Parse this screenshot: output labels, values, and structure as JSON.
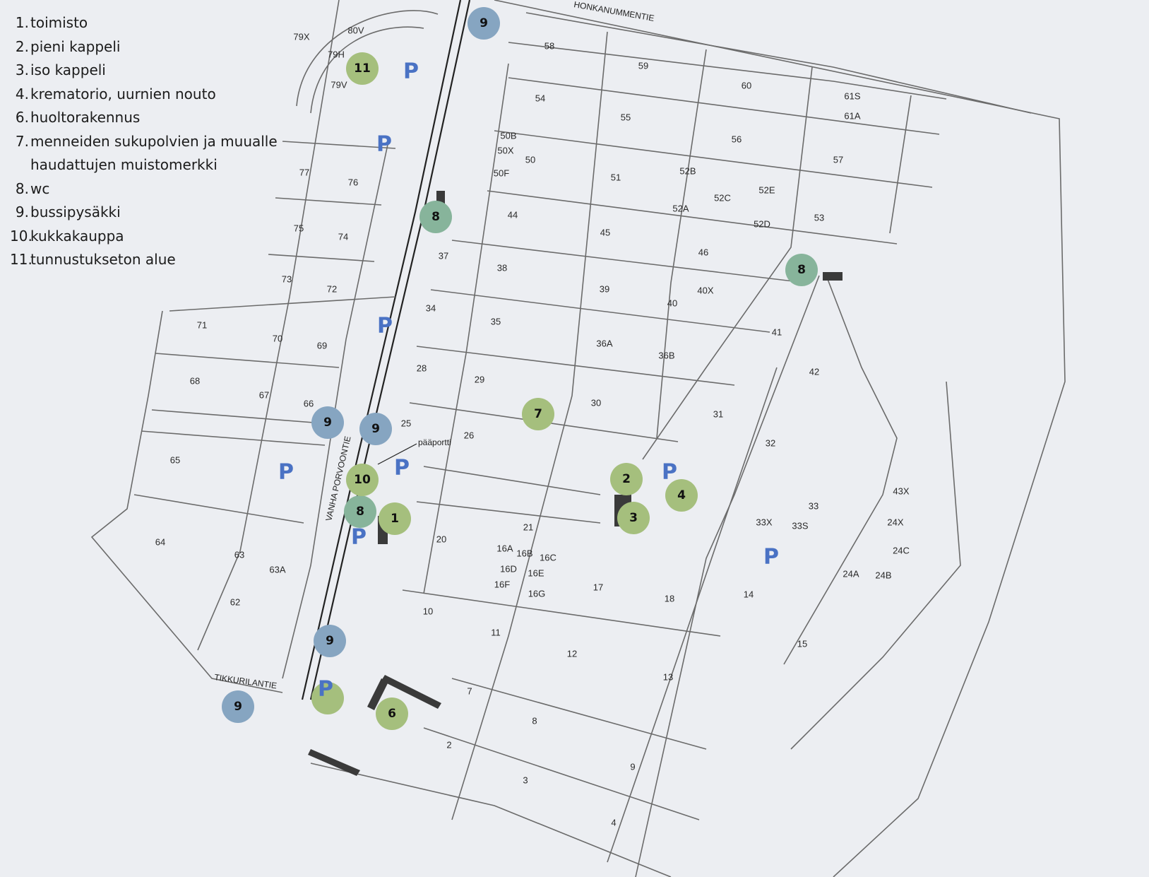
{
  "legend": [
    {
      "num": "1.",
      "text": "toimisto"
    },
    {
      "num": "2.",
      "text": "pieni kappeli"
    },
    {
      "num": "3.",
      "text": "iso kappeli"
    },
    {
      "num": "4.",
      "text": "krematorio, uurnien nouto"
    },
    {
      "num": "6.",
      "text": "huoltorakennus"
    },
    {
      "num": "7.",
      "text": "menneiden sukupolvien ja muualle",
      "cont": "haudattujen muistomerkki"
    },
    {
      "num": "8.",
      "text": "wc"
    },
    {
      "num": "9.",
      "text": "bussipysäkki"
    },
    {
      "num": "10.",
      "text": "kukkakauppa"
    },
    {
      "num": "11.",
      "text": "tunnustukseton alue"
    }
  ],
  "colors": {
    "background": "#eceef2",
    "building_marker": "#a5bf7d",
    "wc_marker": "#87b49b",
    "bus_marker": "#86a5c1",
    "parking": "#4a72c4"
  },
  "streets": {
    "north": "HONKANUMMENTIE",
    "west": "VANHA PORVOONTIE",
    "southwest": "TIKKURILANTIE",
    "gate": "pääportti"
  },
  "parking_label": "P",
  "blocks": [
    "58",
    "59",
    "60",
    "61S",
    "61A",
    "54",
    "55",
    "56",
    "57",
    "50B",
    "50X",
    "50",
    "50F",
    "51",
    "52B",
    "52E",
    "52C",
    "52A",
    "52D",
    "53",
    "44",
    "45",
    "46",
    "37",
    "38",
    "39",
    "40",
    "40X",
    "41",
    "42",
    "34",
    "35",
    "36A",
    "36B",
    "28",
    "29",
    "30",
    "31",
    "32",
    "25",
    "26",
    "33",
    "33X",
    "33S",
    "43X",
    "24X",
    "24C",
    "24A",
    "24B",
    "20",
    "21",
    "16A",
    "16B",
    "16C",
    "16D",
    "16E",
    "16F",
    "16G",
    "17",
    "18",
    "14",
    "15",
    "10",
    "11",
    "12",
    "13",
    "7",
    "8",
    "9",
    "2",
    "3",
    "4",
    "80V",
    "79X",
    "79H",
    "79V",
    "77",
    "76",
    "75",
    "74",
    "73",
    "72",
    "71",
    "70",
    "69",
    "68",
    "67",
    "66",
    "65",
    "64",
    "63",
    "63A",
    "62"
  ],
  "markers": [
    {
      "label": "9",
      "type": "bus"
    },
    {
      "label": "9",
      "type": "bus"
    },
    {
      "label": "9",
      "type": "bus"
    },
    {
      "label": "9",
      "type": "bus"
    },
    {
      "label": "9",
      "type": "bus"
    },
    {
      "label": "11",
      "type": "building"
    },
    {
      "label": "8",
      "type": "wc"
    },
    {
      "label": "8",
      "type": "wc"
    },
    {
      "label": "8",
      "type": "wc"
    },
    {
      "label": "7",
      "type": "building"
    },
    {
      "label": "10",
      "type": "building"
    },
    {
      "label": "1",
      "type": "building"
    },
    {
      "label": "2",
      "type": "building"
    },
    {
      "label": "3",
      "type": "building"
    },
    {
      "label": "4",
      "type": "building"
    },
    {
      "label": "6",
      "type": "building"
    }
  ]
}
